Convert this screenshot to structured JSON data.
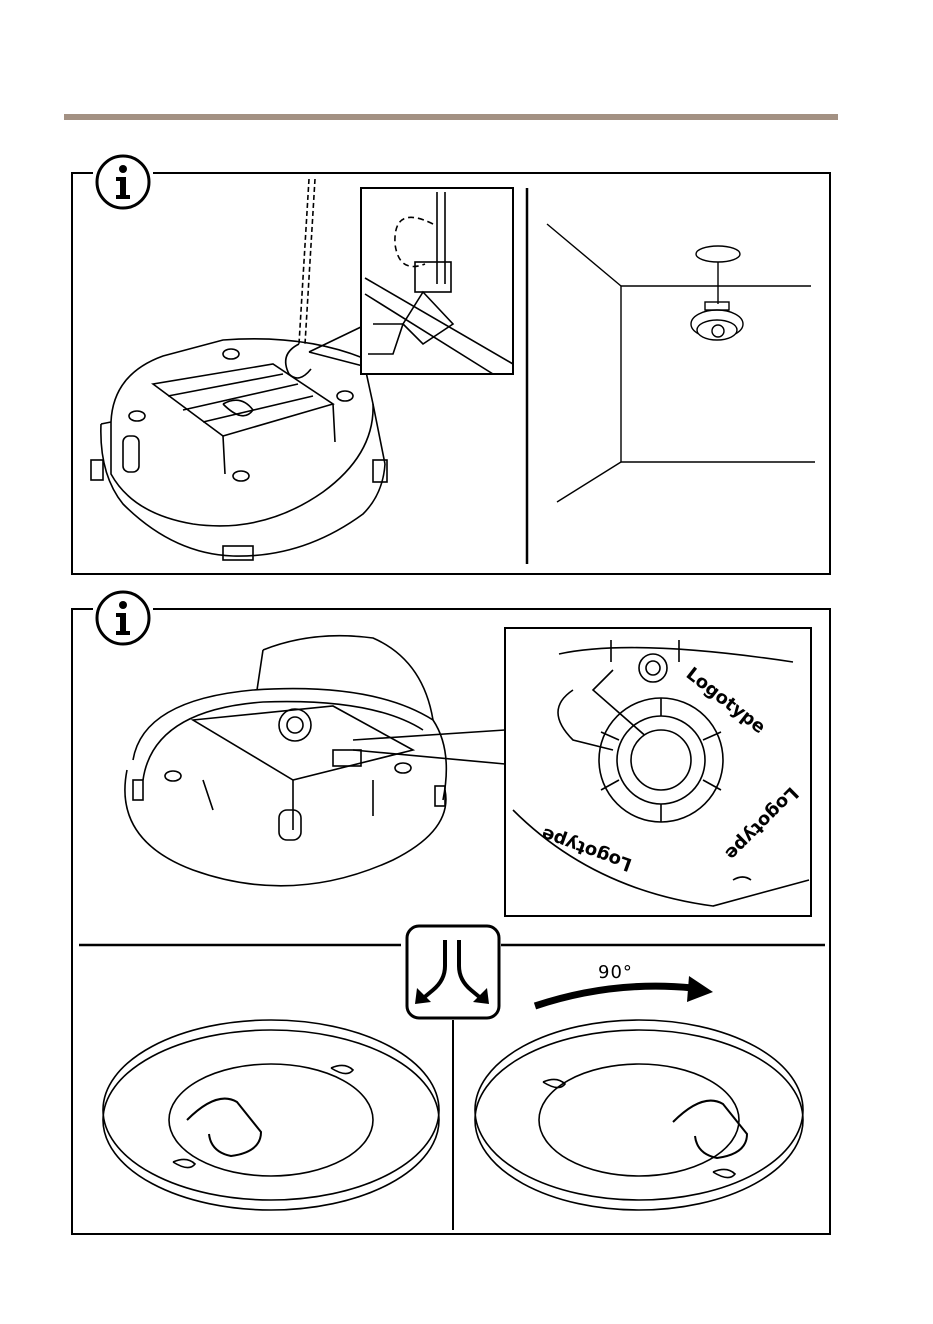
{
  "figure1": {
    "icon": "info-icon",
    "scenes": [
      "base-with-safety-wire",
      "safety-wire-detail",
      "ceiling-mount-room"
    ]
  },
  "figure2": {
    "icon": "info-icon",
    "logotype_labels": [
      "Logotype",
      "Logotype",
      "Logotype"
    ],
    "choice_icon": "split-arrows-icon",
    "rotation_angle": "90°",
    "scenes": [
      "base-logotype-markings",
      "logotype-detail",
      "cover-default",
      "cover-rotated"
    ]
  },
  "colors": {
    "rule": "#a39183",
    "line": "#000000"
  }
}
